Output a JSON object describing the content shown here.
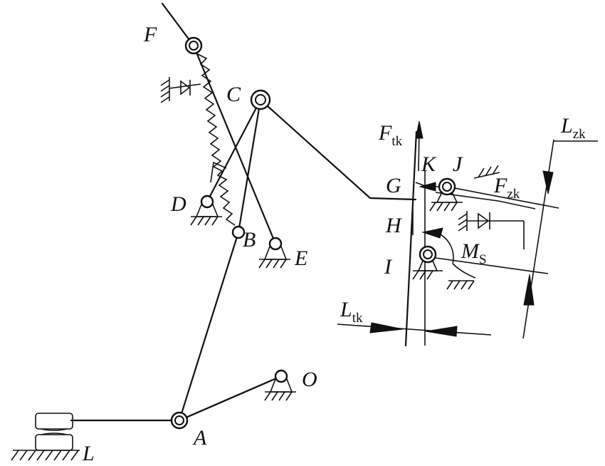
{
  "labels": {
    "F": "F",
    "C": "C",
    "D": "D",
    "B": "B",
    "E": "E",
    "A": "A",
    "O": "O",
    "L": "L",
    "G": "G",
    "H": "H",
    "I": "I",
    "K": "K",
    "J": "J"
  },
  "forces": {
    "f_tk_main": "F",
    "f_tk_sub": "tk",
    "f_zk_main": "F",
    "f_zk_sub": "zk",
    "m_s_main": "M",
    "m_s_sub": "S"
  },
  "dimensions": {
    "l_tk_main": "L",
    "l_tk_sub": "tk",
    "l_zk_main": "L",
    "l_zk_sub": "zk"
  }
}
